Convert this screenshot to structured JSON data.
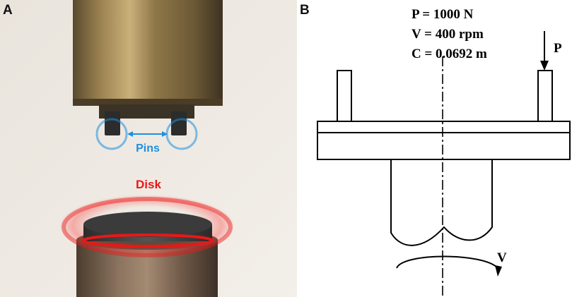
{
  "panels": {
    "a": {
      "label": "A",
      "pins_label": "Pins",
      "disk_label": "Disk"
    },
    "b": {
      "label": "B",
      "params": [
        "P = 1000 N",
        "V = 400 rpm",
        "C = 0.0692 m"
      ],
      "force_label": "P",
      "rotation_label": "V"
    }
  },
  "colors": {
    "pins": "#1e90e0",
    "disk": "#e81818",
    "ink": "#000000"
  }
}
